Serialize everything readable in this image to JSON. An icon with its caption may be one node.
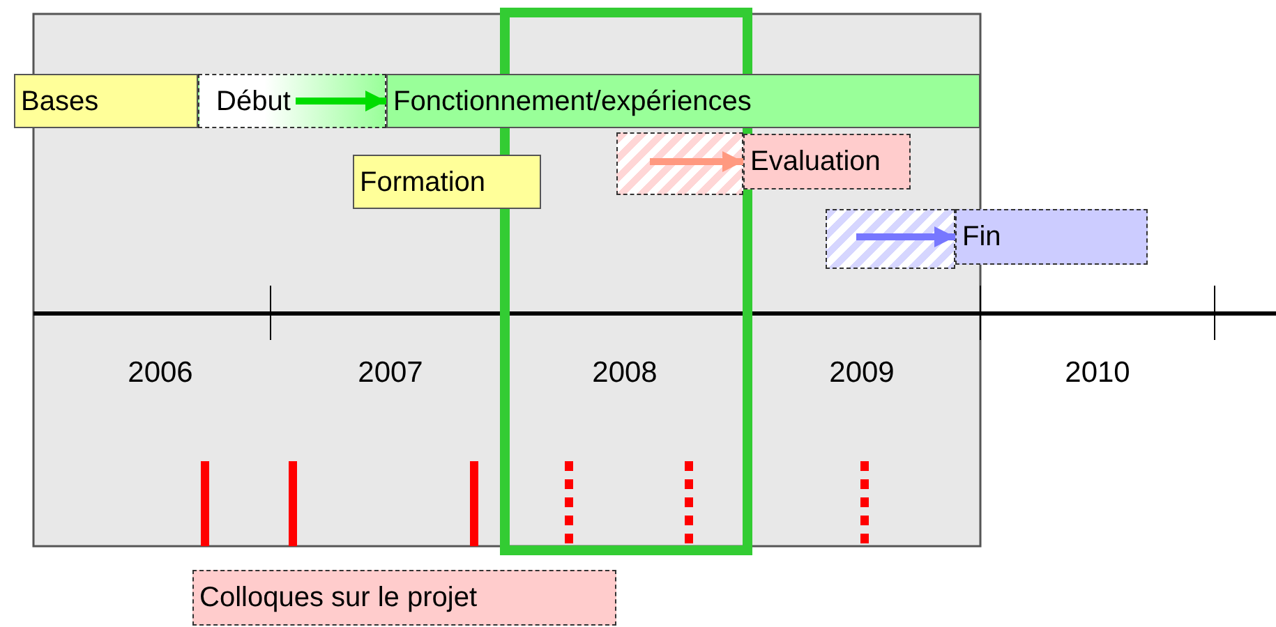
{
  "diagram": {
    "nodes": [
      {
        "text": [
          "Bases"
        ]
      },
      {
        "text": [
          "Début"
        ]
      },
      {
        "text": [
          "Fonctionnement/expériences"
        ]
      },
      {
        "text": [
          "Formation"
        ]
      },
      {
        "text": [],
        "shape": "bar"
      },
      {
        "text": [
          "Evaluation"
        ]
      },
      {
        "text": [],
        "shape": "bar"
      },
      {
        "text": [
          "Fin"
        ]
      },
      {
        "text": [
          "Colloques sur le projet"
        ]
      }
    ],
    "edges": [
      {
        "from": 1,
        "to": 2,
        "arrow": "to",
        "color": "#00dd00"
      },
      {
        "from": 4,
        "to": 5,
        "arrow": "to",
        "color": "#ff9980"
      },
      {
        "from": 6,
        "to": 7,
        "arrow": "to",
        "color": "#7777ff"
      }
    ],
    "labels": [
      "2006",
      "2007",
      "2008",
      "2009",
      "2010"
    ]
  }
}
